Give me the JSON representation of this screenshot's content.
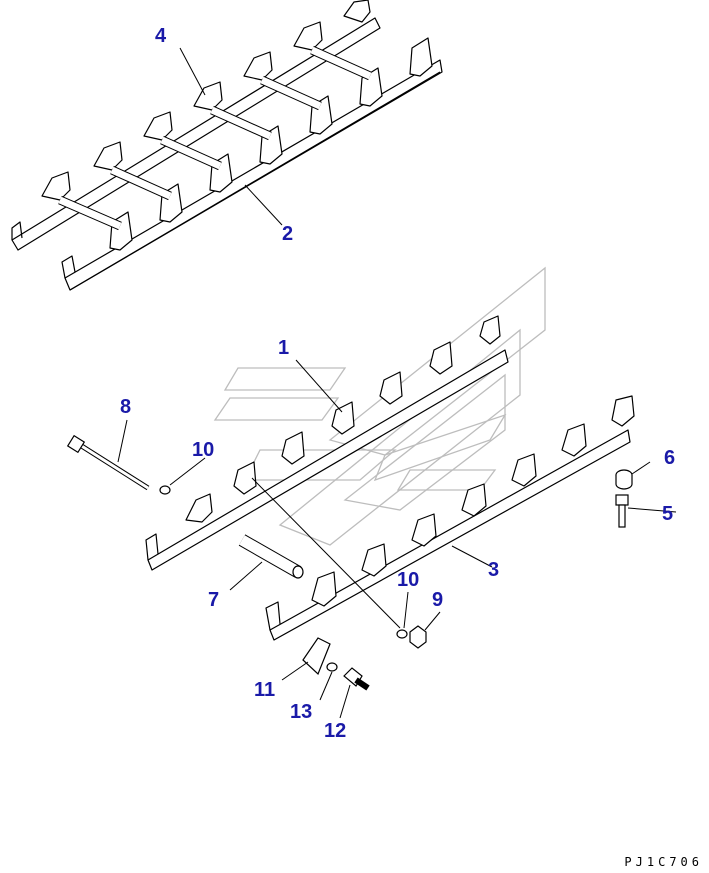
{
  "diagram": {
    "drawing_code": "PJ1C706",
    "callout_color": "#1a1aa8",
    "line_color": "#000000",
    "watermark_color": "#bdbdbd",
    "callouts": [
      {
        "id": "c4",
        "label": "4"
      },
      {
        "id": "c2",
        "label": "2"
      },
      {
        "id": "c1",
        "label": "1"
      },
      {
        "id": "c8",
        "label": "8"
      },
      {
        "id": "c10a",
        "label": "10"
      },
      {
        "id": "c6",
        "label": "6"
      },
      {
        "id": "c5",
        "label": "5"
      },
      {
        "id": "c3",
        "label": "3"
      },
      {
        "id": "c7",
        "label": "7"
      },
      {
        "id": "c10b",
        "label": "10"
      },
      {
        "id": "c9",
        "label": "9"
      },
      {
        "id": "c11",
        "label": "11"
      },
      {
        "id": "c13",
        "label": "13"
      },
      {
        "id": "c12",
        "label": "12"
      }
    ]
  }
}
